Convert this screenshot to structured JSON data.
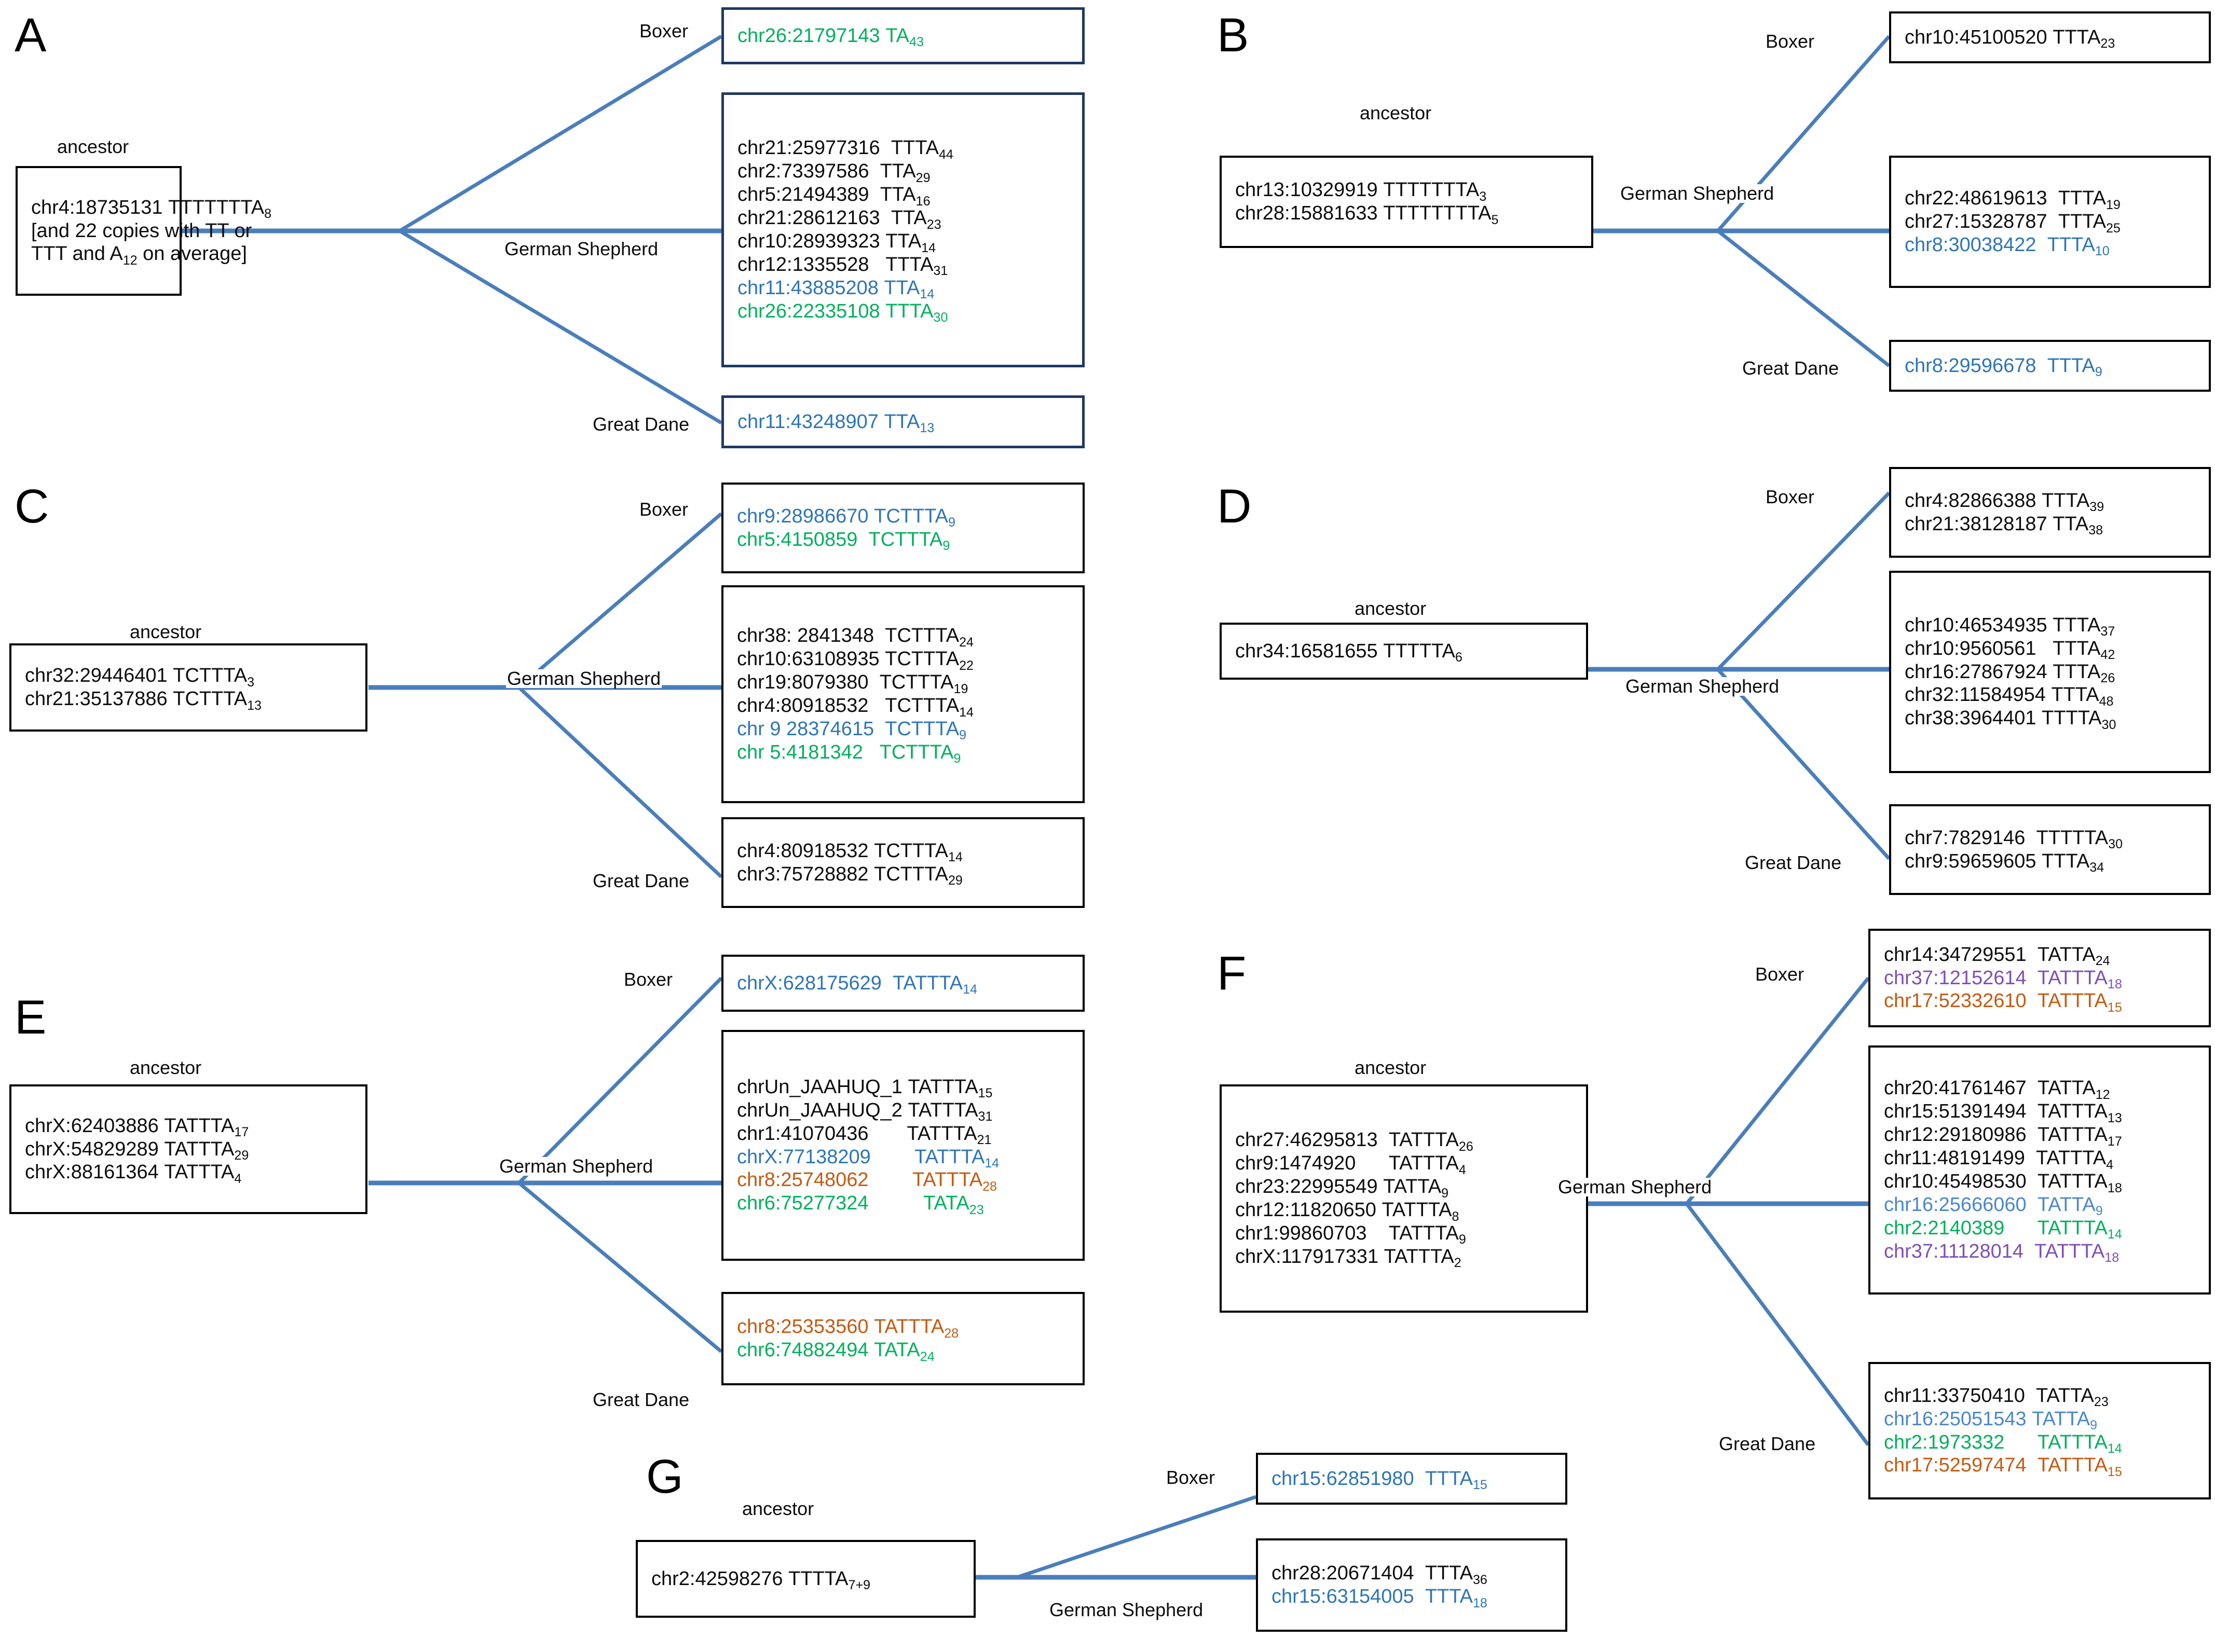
{
  "figure": {
    "type": "phylogenetic-tree-diagram",
    "subject": "Dog genome STR locus lineages across breeds",
    "breed_labels": [
      "Boxer",
      "German Shepherd",
      "Great Dane"
    ],
    "ancestor_label": "ancestor",
    "colors": {
      "black_text": "#0d0d0d",
      "blue_text": "#2E75B6",
      "light_blue_text": "#4A87CC",
      "green_text": "#00B05C",
      "purple_text": "#7E4FB8",
      "orange_text": "#C55A11",
      "line": "#4A7EBB",
      "navy_border": "#1F3864",
      "black_border": "#000000"
    }
  },
  "panels": [
    {
      "letter": "A",
      "ancestor_caption": "ancestor",
      "ancestor": {
        "border": "black",
        "rows": [
          {
            "color": "k",
            "pos": "chr4:18735131",
            "motif": "TTTTTTTA",
            "n": "8"
          },
          {
            "color": "k",
            "text": "[and 22 copies with TT or"
          },
          {
            "color": "k",
            "text2a": "TTT and A",
            "sub": "12",
            "text2b": " on average]"
          }
        ]
      },
      "children": [
        {
          "branch": "Boxer",
          "border": "navy",
          "rows": [
            {
              "color": "g",
              "pos": "chr26:21797143",
              "motif": "TA",
              "n": "43"
            }
          ]
        },
        {
          "branch": "German Shepherd",
          "border": "navy",
          "rows": [
            {
              "color": "k",
              "pos": "chr21:25977316",
              "motif": "TTTA",
              "n": "44"
            },
            {
              "color": "k",
              "pos": "chr2:73397586",
              "motif": "TTA",
              "n": "29"
            },
            {
              "color": "k",
              "pos": "chr5:21494389",
              "motif": "TTA",
              "n": "16"
            },
            {
              "color": "k",
              "pos": "chr21:28612163",
              "motif": "TTA",
              "n": "23"
            },
            {
              "color": "k",
              "pos": "chr10:28939323",
              "motif": "TTA",
              "n": "14"
            },
            {
              "color": "k",
              "pos": "chr12:1335528",
              "motif": "TTTA",
              "n": "31"
            },
            {
              "color": "b",
              "pos": "chr11:43885208",
              "motif": "TTA",
              "n": "14"
            },
            {
              "color": "g",
              "pos": "chr26:22335108",
              "motif": "TTTA",
              "n": "30"
            }
          ]
        },
        {
          "branch": "Great Dane",
          "border": "navy",
          "rows": [
            {
              "color": "b",
              "pos": "chr11:43248907",
              "motif": "TTA",
              "n": "13"
            }
          ]
        }
      ]
    },
    {
      "letter": "B",
      "ancestor_caption": "ancestor",
      "ancestor": {
        "border": "black",
        "rows": [
          {
            "color": "k",
            "pos": "chr13:10329919",
            "motif": "TTTTTTTA",
            "n": "3"
          },
          {
            "color": "k",
            "pos": "chr28:15881633",
            "motif": "TTTTTTTTA",
            "n": "5"
          }
        ]
      },
      "children": [
        {
          "branch": "Boxer",
          "border": "black",
          "rows": [
            {
              "color": "k",
              "pos": "chr10:45100520",
              "motif": "TTTA",
              "n": "23"
            }
          ]
        },
        {
          "branch": "German Shepherd",
          "border": "black",
          "rows": [
            {
              "color": "k",
              "pos": "chr22:48619613",
              "motif": "TTTA",
              "n": "19"
            },
            {
              "color": "k",
              "pos": "chr27:15328787",
              "motif": "TTTA",
              "n": "25"
            },
            {
              "color": "b",
              "pos": "chr8:30038422",
              "motif": "TTTA",
              "n": "10"
            }
          ]
        },
        {
          "branch": "Great Dane",
          "border": "black",
          "rows": [
            {
              "color": "b",
              "pos": "chr8:29596678",
              "motif": "TTTA",
              "n": "9"
            }
          ]
        }
      ]
    },
    {
      "letter": "C",
      "ancestor_caption": "ancestor",
      "ancestor": {
        "border": "black",
        "rows": [
          {
            "color": "k",
            "pos": "chr32:29446401",
            "motif": "TCTTTA",
            "n": "3"
          },
          {
            "color": "k",
            "pos": "chr21:35137886",
            "motif": "TCTTTA",
            "n": "13"
          }
        ]
      },
      "children": [
        {
          "branch": "Boxer",
          "border": "black",
          "rows": [
            {
              "color": "b",
              "pos": "chr9:28986670",
              "motif": "TCTTTA",
              "n": "9"
            },
            {
              "color": "g",
              "pos": "chr5:4150859",
              "motif": "TCTTTA",
              "n": "9"
            }
          ]
        },
        {
          "branch": "German Shepherd",
          "border": "black",
          "rows": [
            {
              "color": "k",
              "pos": "chr38: 2841348",
              "motif": "TCTTTA",
              "n": "24"
            },
            {
              "color": "k",
              "pos": "chr10:63108935",
              "motif": "TCTTTA",
              "n": "22"
            },
            {
              "color": "k",
              "pos": "chr19:8079380",
              "motif": "TCTTTA",
              "n": "19"
            },
            {
              "color": "k",
              "pos": "chr4:80918532",
              "motif": "TCTTTA",
              "n": "14"
            },
            {
              "color": "b",
              "pos": "chr 9 28374615",
              "motif": "TCTTTA",
              "n": "9"
            },
            {
              "color": "g",
              "pos": "chr 5:4181342",
              "motif": "TCTTTA",
              "n": "9"
            }
          ]
        },
        {
          "branch": "Great Dane",
          "border": "black",
          "rows": [
            {
              "color": "k",
              "pos": "chr4:80918532",
              "motif": "TCTTTA",
              "n": "14"
            },
            {
              "color": "k",
              "pos": "chr3:75728882",
              "motif": "TCTTTA",
              "n": "29"
            }
          ]
        }
      ]
    },
    {
      "letter": "D",
      "ancestor_caption": "ancestor",
      "ancestor": {
        "border": "black",
        "rows": [
          {
            "color": "k",
            "pos": "chr34:16581655",
            "motif": "TTTTTA",
            "n": "6"
          }
        ]
      },
      "children": [
        {
          "branch": "Boxer",
          "border": "black",
          "rows": [
            {
              "color": "k",
              "pos": "chr4:82866388",
              "motif": "TTTA",
              "n": "39"
            },
            {
              "color": "k",
              "pos": "chr21:38128187",
              "motif": "TTA",
              "n": "38"
            }
          ]
        },
        {
          "branch": "German Shepherd",
          "border": "black",
          "rows": [
            {
              "color": "k",
              "pos": "chr10:46534935",
              "motif": "TTTA",
              "n": "37"
            },
            {
              "color": "k",
              "pos": "chr10:9560561",
              "motif": "TTTA",
              "n": "42"
            },
            {
              "color": "k",
              "pos": "chr16:27867924",
              "motif": "TTTA",
              "n": "26"
            },
            {
              "color": "k",
              "pos": "chr32:11584954",
              "motif": "TTTA",
              "n": "48"
            },
            {
              "color": "k",
              "pos": "chr38:3964401",
              "motif": "TTTTA",
              "n": "30"
            }
          ]
        },
        {
          "branch": "Great Dane",
          "border": "black",
          "rows": [
            {
              "color": "k",
              "pos": "chr7:7829146",
              "motif": "TTTTTA",
              "n": "30"
            },
            {
              "color": "k",
              "pos": "chr9:59659605",
              "motif": "TTTA",
              "n": "34"
            }
          ]
        }
      ]
    },
    {
      "letter": "E",
      "ancestor_caption": "ancestor",
      "ancestor": {
        "border": "black",
        "rows": [
          {
            "color": "k",
            "pos": "chrX:62403886",
            "motif": "TATTTA",
            "n": "17"
          },
          {
            "color": "k",
            "pos": "chrX:54829289",
            "motif": "TATTTA",
            "n": "29"
          },
          {
            "color": "k",
            "pos": "chrX:88161364",
            "motif": "TATTTA",
            "n": "4"
          }
        ]
      },
      "children": [
        {
          "branch": "Boxer",
          "border": "black",
          "rows": [
            {
              "color": "b",
              "pos": "chrX:628175629",
              "motif": "TATTTA",
              "n": "14"
            }
          ]
        },
        {
          "branch": "German Shepherd",
          "border": "black",
          "rows": [
            {
              "color": "k",
              "pos": "chrUn_JAAHUQ_1",
              "motif": "TATTTA",
              "n": "15"
            },
            {
              "color": "k",
              "pos": "chrUn_JAAHUQ_2",
              "motif": "TATTTA",
              "n": "31"
            },
            {
              "color": "k",
              "pos": "chr1:41070436",
              "motif": "TATTTA",
              "n": "21"
            },
            {
              "color": "b",
              "pos": "chrX:77138209",
              "motif": "TATTTA",
              "n": "14"
            },
            {
              "color": "o",
              "pos": "chr8:25748062",
              "motif": "TATTTA",
              "n": "28"
            },
            {
              "color": "g",
              "pos": "chr6:75277324",
              "motif": "TATA",
              "n": "23"
            }
          ]
        },
        {
          "branch": "Great Dane",
          "border": "black",
          "rows": [
            {
              "color": "o",
              "pos": "chr8:25353560",
              "motif": "TATTTA",
              "n": "28"
            },
            {
              "color": "g",
              "pos": "chr6:74882494",
              "motif": "TATA",
              "n": "24"
            }
          ]
        }
      ]
    },
    {
      "letter": "F",
      "ancestor_caption": "ancestor",
      "ancestor": {
        "border": "black",
        "rows": [
          {
            "color": "k",
            "pos": "chr27:46295813",
            "motif": "TATTTA",
            "n": "26"
          },
          {
            "color": "k",
            "pos": "chr9:1474920",
            "motif": "TATTTA",
            "n": "4"
          },
          {
            "color": "k",
            "pos": "chr23:22995549",
            "motif": "TATTA",
            "n": "9"
          },
          {
            "color": "k",
            "pos": "chr12:11820650",
            "motif": "TATTTA",
            "n": "8"
          },
          {
            "color": "k",
            "pos": "chr1:99860703",
            "motif": "TATTTA",
            "n": "9"
          },
          {
            "color": "k",
            "pos": "chrX:117917331",
            "motif": "TATTTA",
            "n": "2"
          }
        ]
      },
      "children": [
        {
          "branch": "Boxer",
          "border": "black",
          "rows": [
            {
              "color": "k",
              "pos": "chr14:34729551",
              "motif": "TATTA",
              "n": "24"
            },
            {
              "color": "p",
              "pos": "chr37:12152614",
              "motif": "TATTTA",
              "n": "18"
            },
            {
              "color": "o",
              "pos": "chr17:52332610",
              "motif": "TATTTA",
              "n": "15"
            }
          ]
        },
        {
          "branch": "German Shepherd",
          "border": "black",
          "rows": [
            {
              "color": "k",
              "pos": "chr20:41761467",
              "motif": "TATTA",
              "n": "12"
            },
            {
              "color": "k",
              "pos": "chr15:51391494",
              "motif": "TATTTA",
              "n": "13"
            },
            {
              "color": "k",
              "pos": "chr12:29180986",
              "motif": "TATTTA",
              "n": "17"
            },
            {
              "color": "k",
              "pos": "chr11:48191499",
              "motif": "TATTTA",
              "n": "4"
            },
            {
              "color": "k",
              "pos": "chr10:45498530",
              "motif": "TATTTA",
              "n": "18"
            },
            {
              "color": "b2",
              "pos": "chr16:25666060",
              "motif": "TATTA",
              "n": "9"
            },
            {
              "color": "g",
              "pos": "chr2:2140389",
              "motif": "TATTTA",
              "n": "14"
            },
            {
              "color": "p",
              "pos": "chr37:11128014",
              "motif": "TATTTA",
              "n": "18"
            }
          ]
        },
        {
          "branch": "Great Dane",
          "border": "black",
          "rows": [
            {
              "color": "k",
              "pos": "chr11:33750410",
              "motif": "TATTA",
              "n": "23"
            },
            {
              "color": "b2",
              "pos": "chr16:25051543",
              "motif": "TATTA",
              "n": "9"
            },
            {
              "color": "g",
              "pos": "chr2:1973332",
              "motif": "TATTTA",
              "n": "14"
            },
            {
              "color": "o",
              "pos": "chr17:52597474",
              "motif": "TATTTA",
              "n": "15"
            }
          ]
        }
      ]
    },
    {
      "letter": "G",
      "ancestor_caption": "ancestor",
      "ancestor": {
        "border": "black",
        "rows": [
          {
            "color": "k",
            "pos": "chr2:42598276",
            "motif": "TTTTA",
            "n": "7+9"
          }
        ]
      },
      "children": [
        {
          "branch": "Boxer",
          "border": "black",
          "rows": [
            {
              "color": "b",
              "pos": "chr15:62851980",
              "motif": "TTTA",
              "n": "15"
            }
          ]
        },
        {
          "branch": "German Shepherd",
          "border": "black",
          "rows": [
            {
              "color": "k",
              "pos": "chr28:20671404",
              "motif": "TTTA",
              "n": "36"
            },
            {
              "color": "b",
              "pos": "chr15:63154005",
              "motif": "TTTA",
              "n": "18"
            }
          ]
        }
      ]
    }
  ]
}
